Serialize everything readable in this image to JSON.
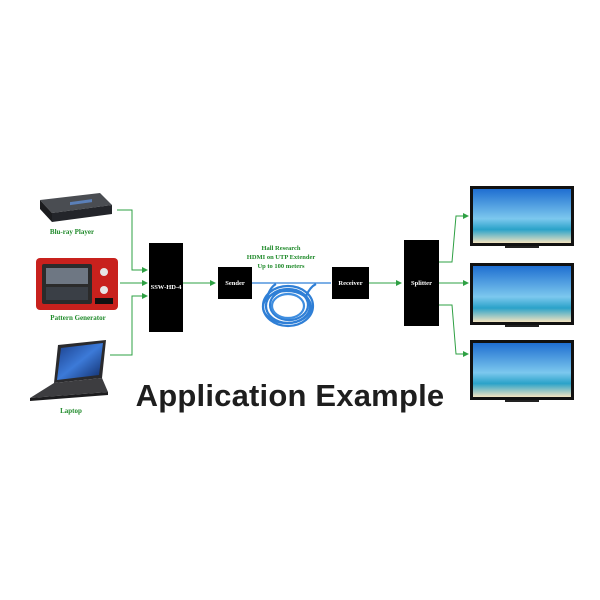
{
  "title": "Application Example",
  "sources": [
    {
      "label": "Blu-ray Player",
      "icon": "blu-ray-player-icon"
    },
    {
      "label": "Pattern Generator",
      "icon": "pattern-generator-icon"
    },
    {
      "label": "Laptop",
      "icon": "laptop-icon"
    }
  ],
  "switcher": {
    "label": "SSW-HD-4"
  },
  "sender": {
    "label": "Sender"
  },
  "receiver": {
    "label": "Receiver"
  },
  "splitter": {
    "label": "Splitter"
  },
  "extender": {
    "line1": "Hall Research",
    "line2": "HDMI on UTP Extender",
    "line3": "Up to 100 meters"
  },
  "displays": [
    {
      "icon": "tv-display-icon"
    },
    {
      "icon": "tv-display-icon"
    },
    {
      "icon": "tv-display-icon"
    }
  ],
  "colors": {
    "connector": "#2ea043",
    "label_green": "#1f8a2a",
    "cable_blue": "#2f7fd6",
    "box": "#000000"
  }
}
